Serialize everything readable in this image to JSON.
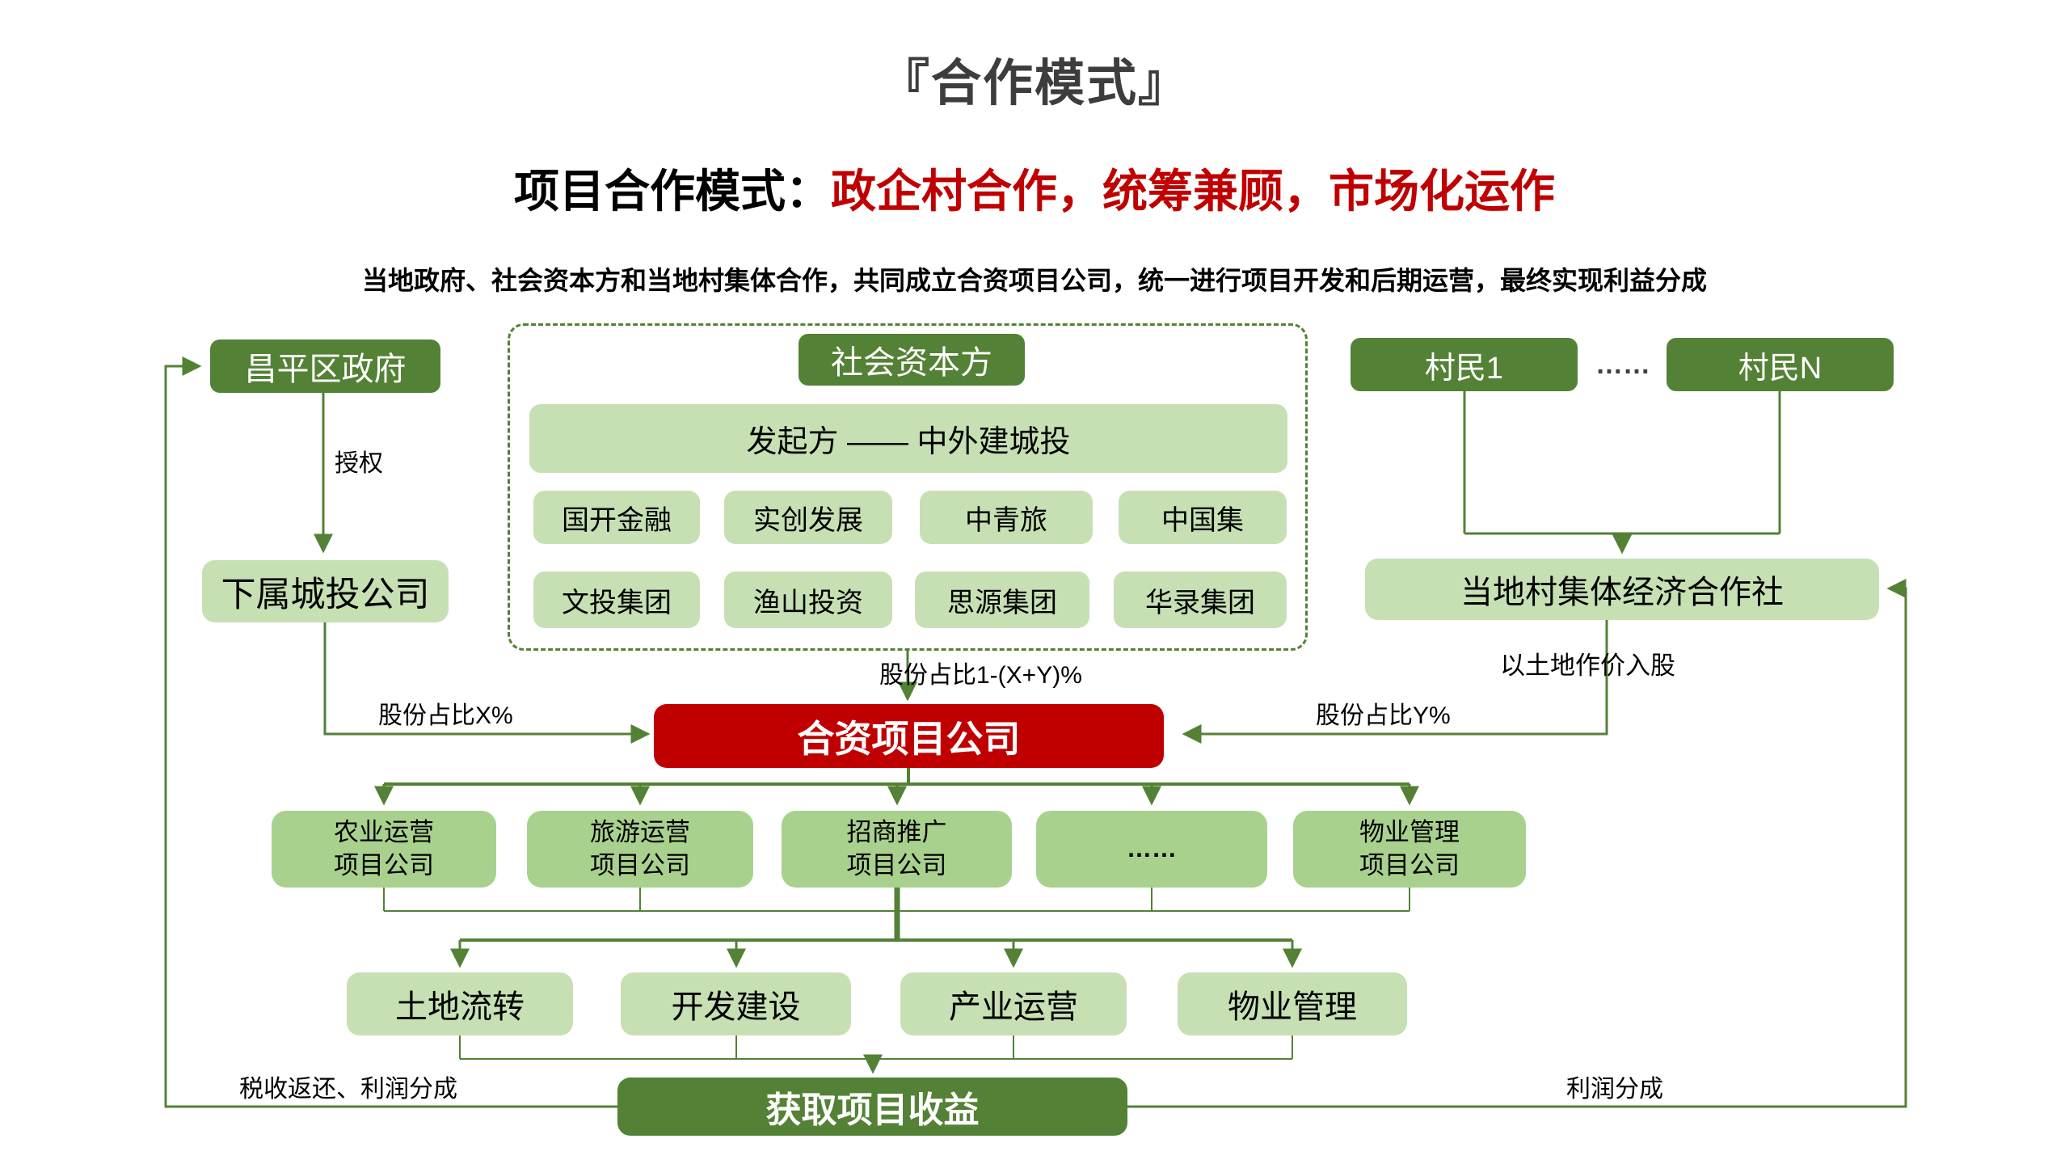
{
  "page": {
    "title": "『合作模式』"
  },
  "header": {
    "subtitle_prefix": "项目合作模式：",
    "subtitle_highlight": "政企村合作，统筹兼顾，市场化运作",
    "description": "当地政府、社会资本方和当地村集体合作，共同成立合资项目公司，统一进行项目开发和后期运营，最终实现利益分成"
  },
  "colors": {
    "dark_green": "#538135",
    "light_green": "#c6e0b4",
    "mid_green": "#a9d18e",
    "red": "#c00000",
    "line_green": "#538135",
    "title_gray": "#3d3d3d",
    "highlight_red": "#c00000"
  },
  "nodes": {
    "government": "昌平区政府",
    "city_investment": "下属城投公司",
    "social_capital": "社会资本方",
    "sponsor": "发起方 —— 中外建城投",
    "capital_members_row1": [
      "国开金融",
      "实创发展",
      "中青旅",
      "中国集"
    ],
    "capital_members_row2": [
      "文投集团",
      "渔山投资",
      "思源集团",
      "华录集团"
    ],
    "villager_1": "村民1",
    "villager_dots": "……",
    "villager_n": "村民N",
    "village_coop": "当地村集体经济合作社",
    "joint_venture": "合资项目公司",
    "subsidiaries": [
      "农业运营\n项目公司",
      "旅游运营\n项目公司",
      "招商推广\n项目公司",
      "……",
      "物业管理\n项目公司"
    ],
    "functions": [
      "土地流转",
      "开发建设",
      "产业运营",
      "物业管理"
    ],
    "outcome": "获取项目收益"
  },
  "edge_labels": {
    "authorize": "授权",
    "share_x": "股份占比X%",
    "share_center": "股份占比1-(X+Y)%",
    "share_y": "股份占比Y%",
    "land_equity": "以土地作价入股",
    "tax_profit": "税收返还、利润分成",
    "profit_share": "利润分成"
  }
}
